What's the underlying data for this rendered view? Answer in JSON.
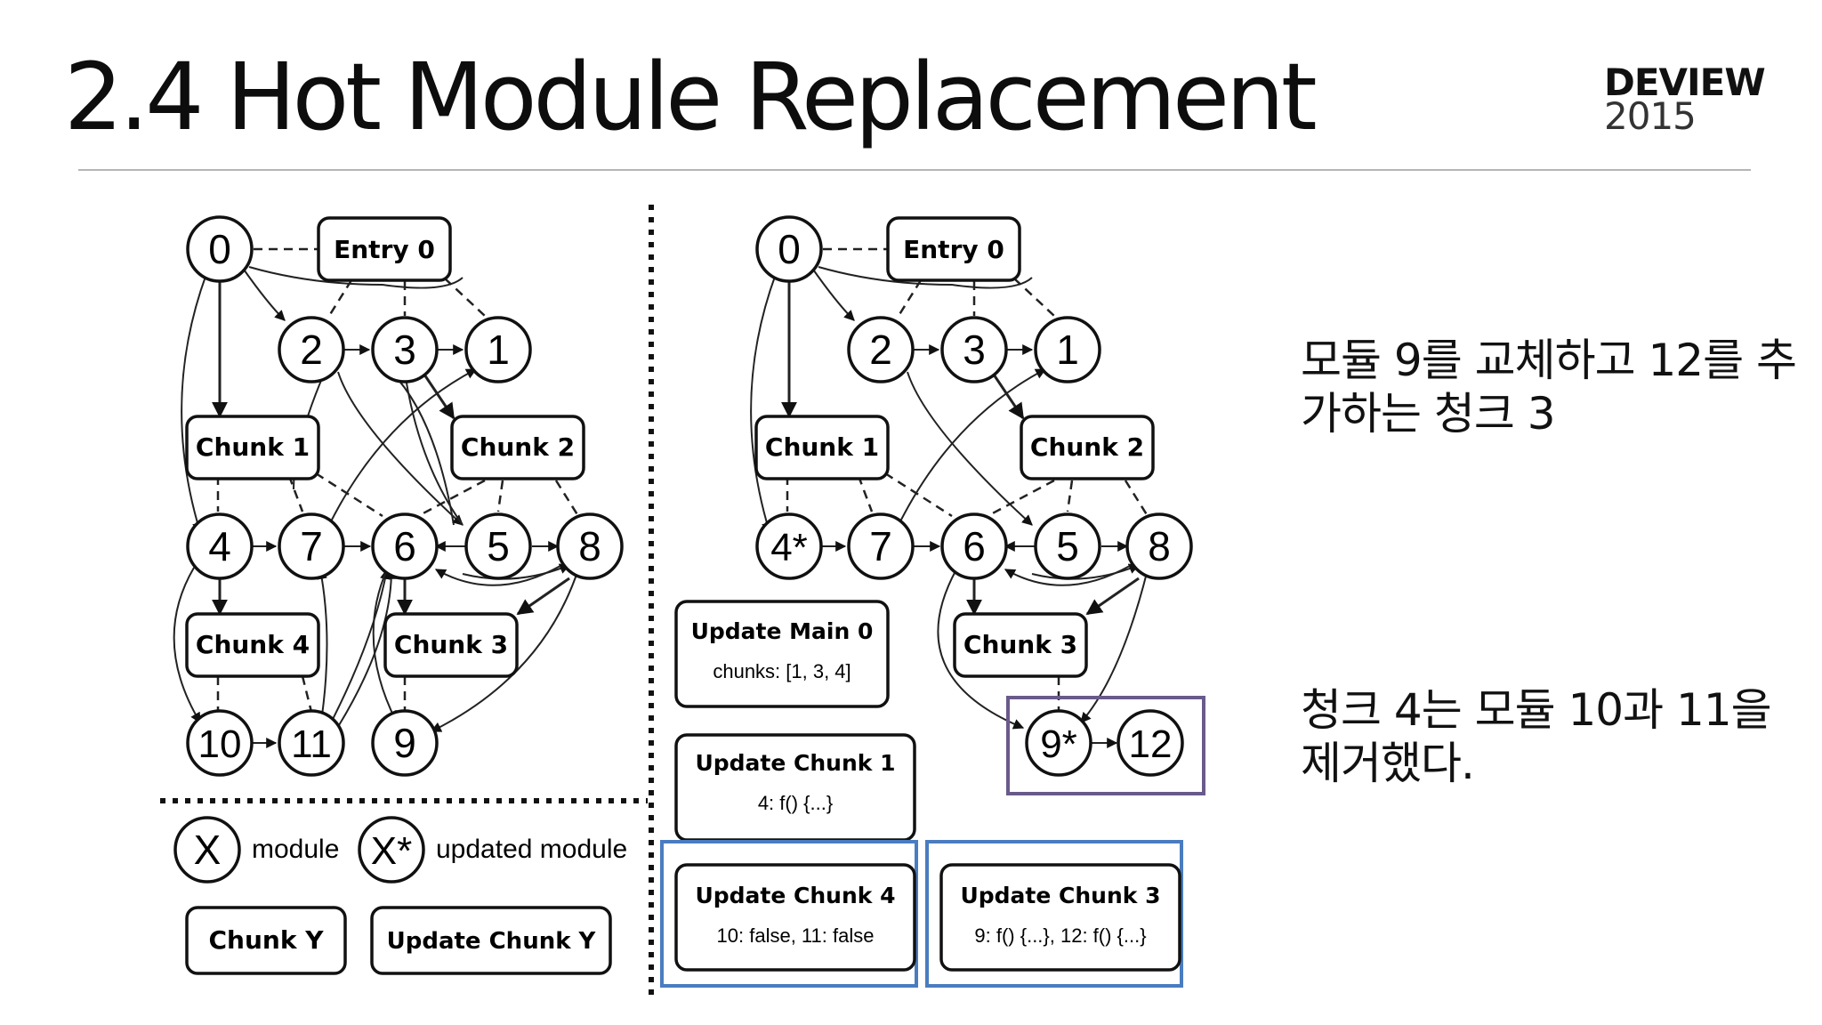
{
  "slide": {
    "title": "2.4 Hot Module Replacement",
    "logo": {
      "line1": "DEVIEW",
      "line2": "2015"
    },
    "notes": [
      "모듈 9를 교체하고 12를 추가하는 청크 3",
      "청크 4는 모듈 10과 11을 제거했다."
    ]
  },
  "diagram": {
    "left": {
      "modules": [
        "0",
        "2",
        "3",
        "1",
        "4",
        "7",
        "6",
        "5",
        "8",
        "10",
        "11",
        "9"
      ],
      "entry": "Entry 0",
      "chunks": [
        "Chunk 1",
        "Chunk 2",
        "Chunk 4",
        "Chunk 3"
      ]
    },
    "legend": {
      "module_symbol": "X",
      "module_label": "module",
      "updated_symbol": "X*",
      "updated_label": "updated module",
      "chunk_label": "Chunk Y",
      "update_chunk_label": "Update Chunk Y"
    },
    "right": {
      "modules": [
        "0",
        "2",
        "3",
        "1",
        "4*",
        "7",
        "6",
        "5",
        "8",
        "9*",
        "12"
      ],
      "entry": "Entry 0",
      "chunks": [
        "Chunk 1",
        "Chunk 2",
        "Chunk 3"
      ],
      "updates": [
        {
          "title": "Update Main 0",
          "detail": "chunks: [1, 3, 4]"
        },
        {
          "title": "Update Chunk 1",
          "detail": "4: f() {...}"
        },
        {
          "title": "Update Chunk 4",
          "detail": "10: false, 11: false"
        },
        {
          "title": "Update Chunk 3",
          "detail": "9: f() {...}, 12: f() {...}"
        }
      ]
    },
    "colors": {
      "highlight_blue": "#4a7cc0",
      "highlight_purple": "#6a5a8a"
    }
  }
}
